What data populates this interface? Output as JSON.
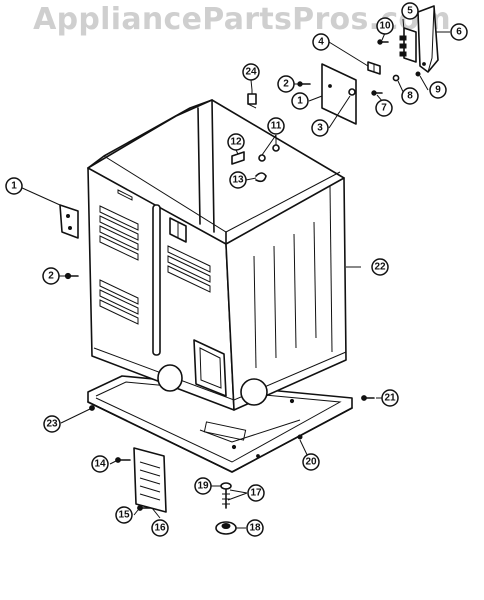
{
  "watermark": "AppliancePartsPros.com",
  "callouts": [
    {
      "id": "c1a",
      "label": "1"
    },
    {
      "id": "c1b",
      "label": "1"
    },
    {
      "id": "c2a",
      "label": "2"
    },
    {
      "id": "c2b",
      "label": "2"
    },
    {
      "id": "c3",
      "label": "3"
    },
    {
      "id": "c4",
      "label": "4"
    },
    {
      "id": "c5",
      "label": "5"
    },
    {
      "id": "c6",
      "label": "6"
    },
    {
      "id": "c7",
      "label": "7"
    },
    {
      "id": "c8",
      "label": "8"
    },
    {
      "id": "c9",
      "label": "9"
    },
    {
      "id": "c10",
      "label": "10"
    },
    {
      "id": "c11",
      "label": "11"
    },
    {
      "id": "c12",
      "label": "12"
    },
    {
      "id": "c13",
      "label": "13"
    },
    {
      "id": "c14",
      "label": "14"
    },
    {
      "id": "c15",
      "label": "15"
    },
    {
      "id": "c16",
      "label": "16"
    },
    {
      "id": "c17",
      "label": "17"
    },
    {
      "id": "c18",
      "label": "18"
    },
    {
      "id": "c19",
      "label": "19"
    },
    {
      "id": "c20",
      "label": "20"
    },
    {
      "id": "c21",
      "label": "21"
    },
    {
      "id": "c22",
      "label": "22"
    },
    {
      "id": "c23",
      "label": "23"
    },
    {
      "id": "c24",
      "label": "24"
    }
  ]
}
